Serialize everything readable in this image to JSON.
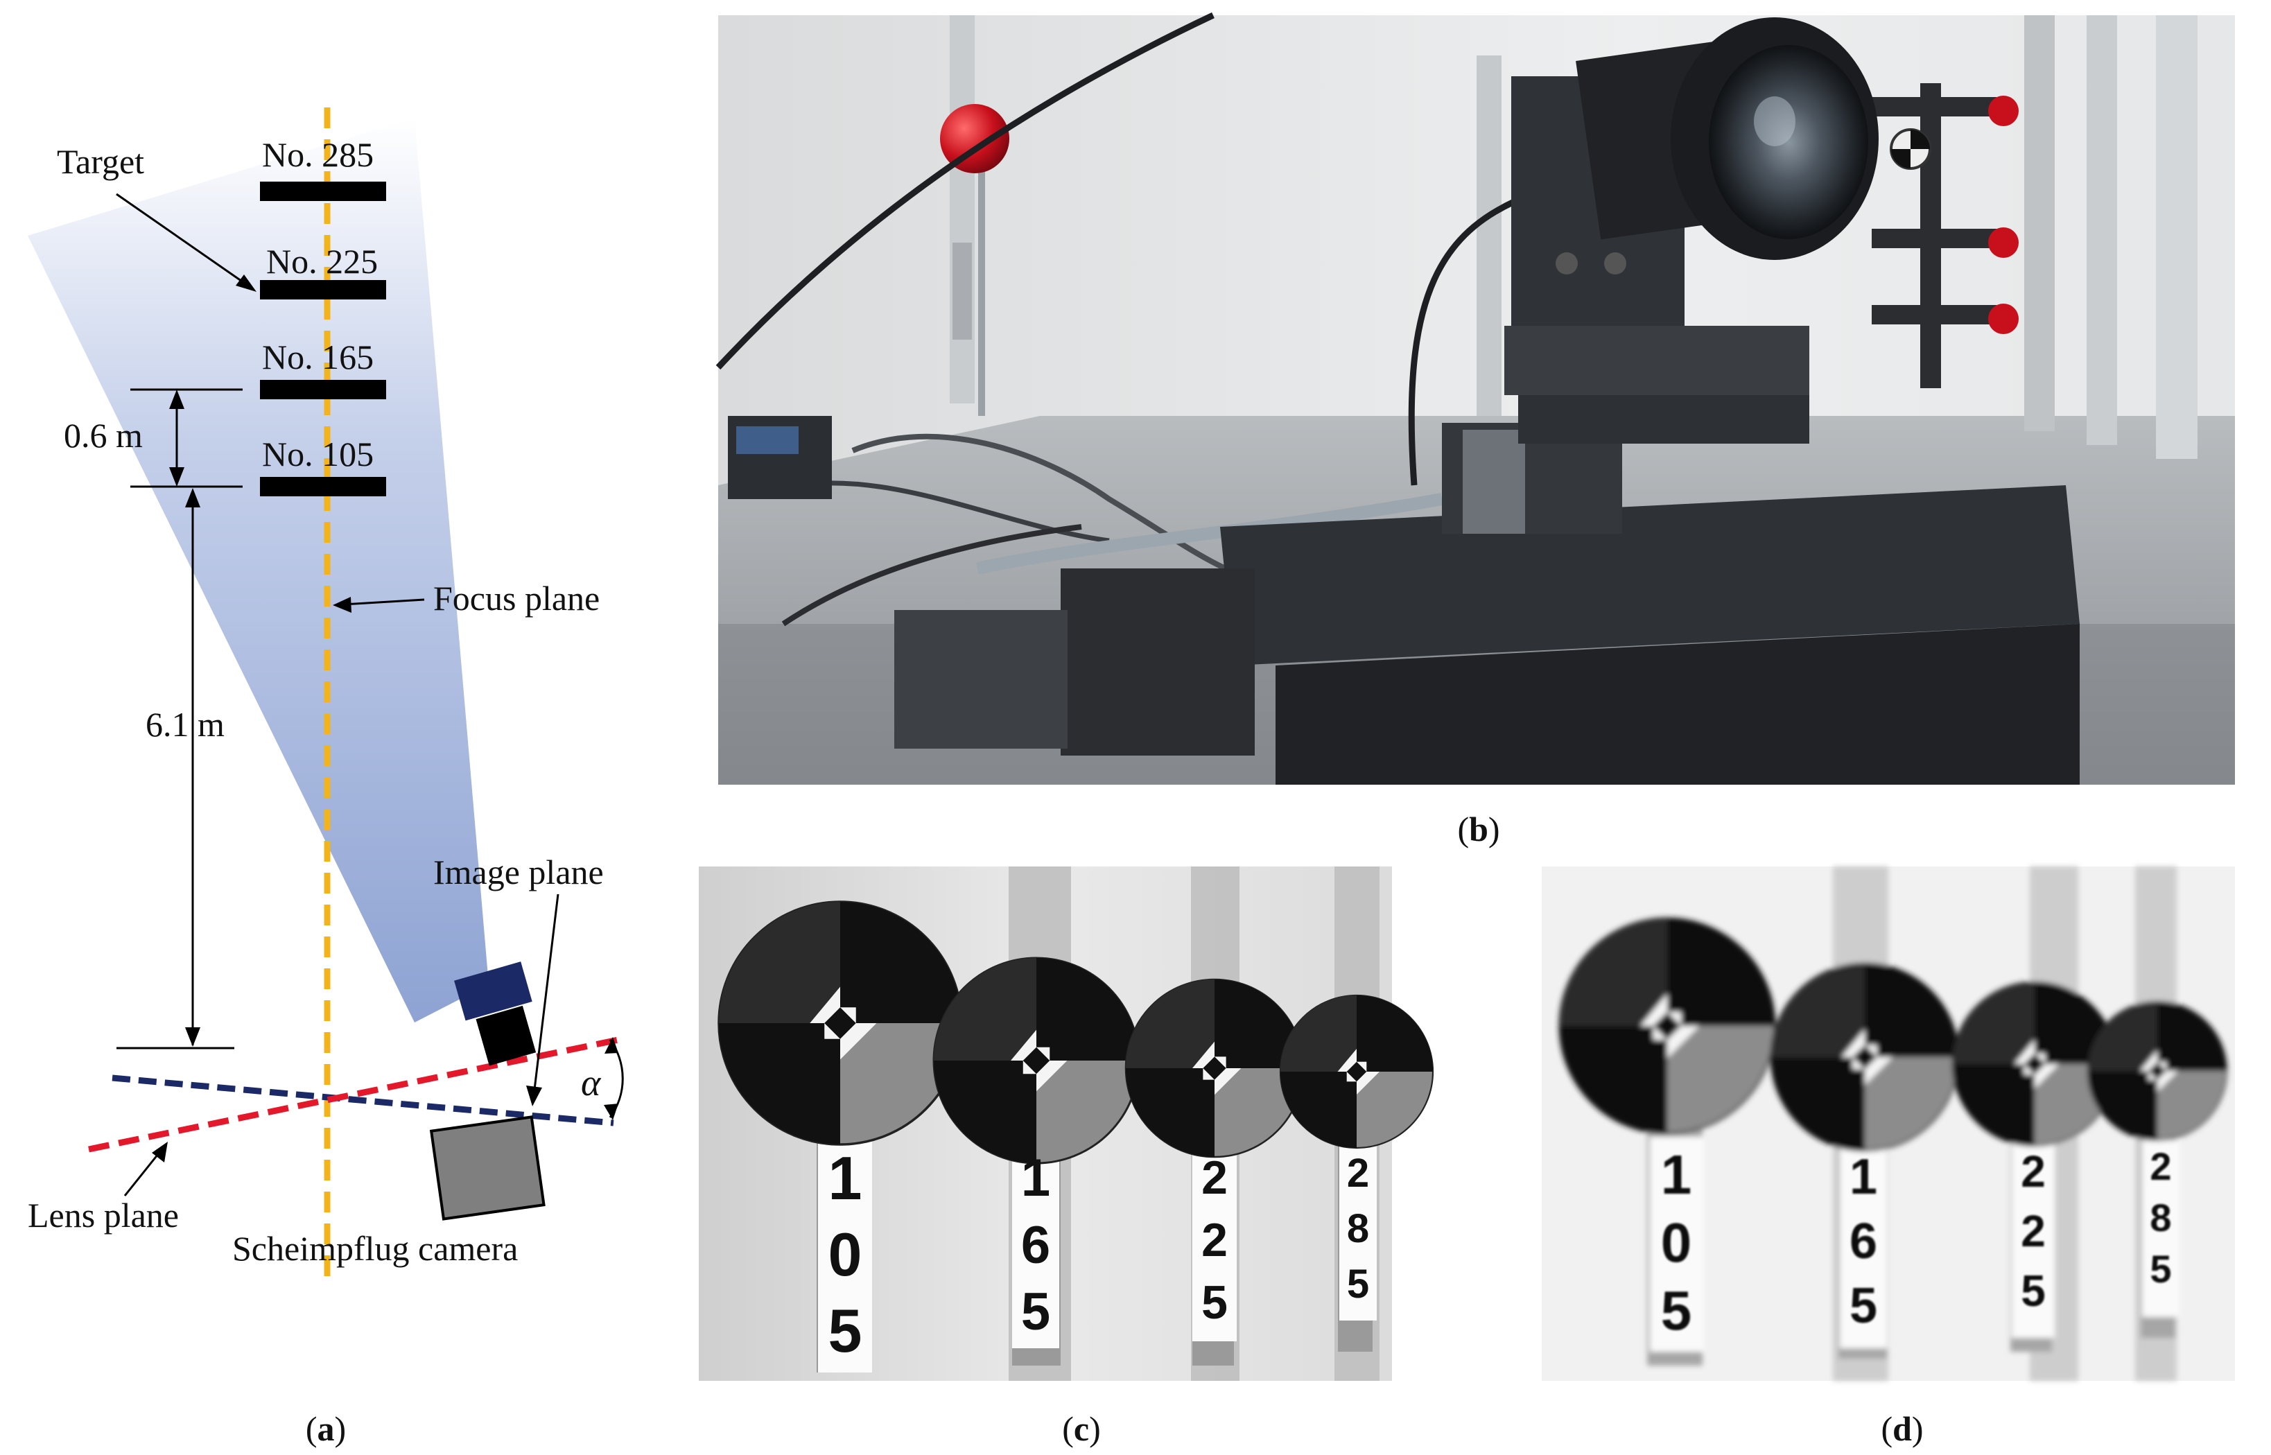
{
  "panel_a": {
    "targets": [
      {
        "label": "No. 285"
      },
      {
        "label": "No. 225"
      },
      {
        "label": "No. 165"
      },
      {
        "label": "No. 105"
      }
    ],
    "target_label": "Target",
    "spacing_label": "0.6 m",
    "distance_label": "6.1 m",
    "focus_plane_label": "Focus plane",
    "image_plane_label": "Image plane",
    "lens_plane_label": "Lens plane",
    "camera_label": "Scheimpflug camera",
    "angle_label": "α",
    "colors": {
      "focus_plane": "#f2b31b",
      "lens_plane": "#e3182b",
      "image_plane": "#1b2a66",
      "fov": "#8da2d6"
    }
  },
  "panel_c": {
    "labels": [
      {
        "digits": [
          "1",
          "0",
          "5"
        ]
      },
      {
        "digits": [
          "1",
          "6",
          "5"
        ]
      },
      {
        "digits": [
          "2",
          "2",
          "5"
        ]
      },
      {
        "digits": [
          "2",
          "8",
          "5"
        ]
      }
    ]
  },
  "panel_d": {
    "labels": [
      {
        "digits": [
          "1",
          "0",
          "5"
        ]
      },
      {
        "digits": [
          "1",
          "6",
          "5"
        ]
      },
      {
        "digits": [
          "2",
          "2",
          "5"
        ]
      },
      {
        "digits": [
          "2",
          "8",
          "5"
        ]
      }
    ]
  },
  "captions": {
    "a": {
      "open": "(",
      "letter": "a",
      "close": ")"
    },
    "b": {
      "open": "(",
      "letter": "b",
      "close": ")"
    },
    "c": {
      "open": "(",
      "letter": "c",
      "close": ")"
    },
    "d": {
      "open": "(",
      "letter": "d",
      "close": ")"
    }
  }
}
